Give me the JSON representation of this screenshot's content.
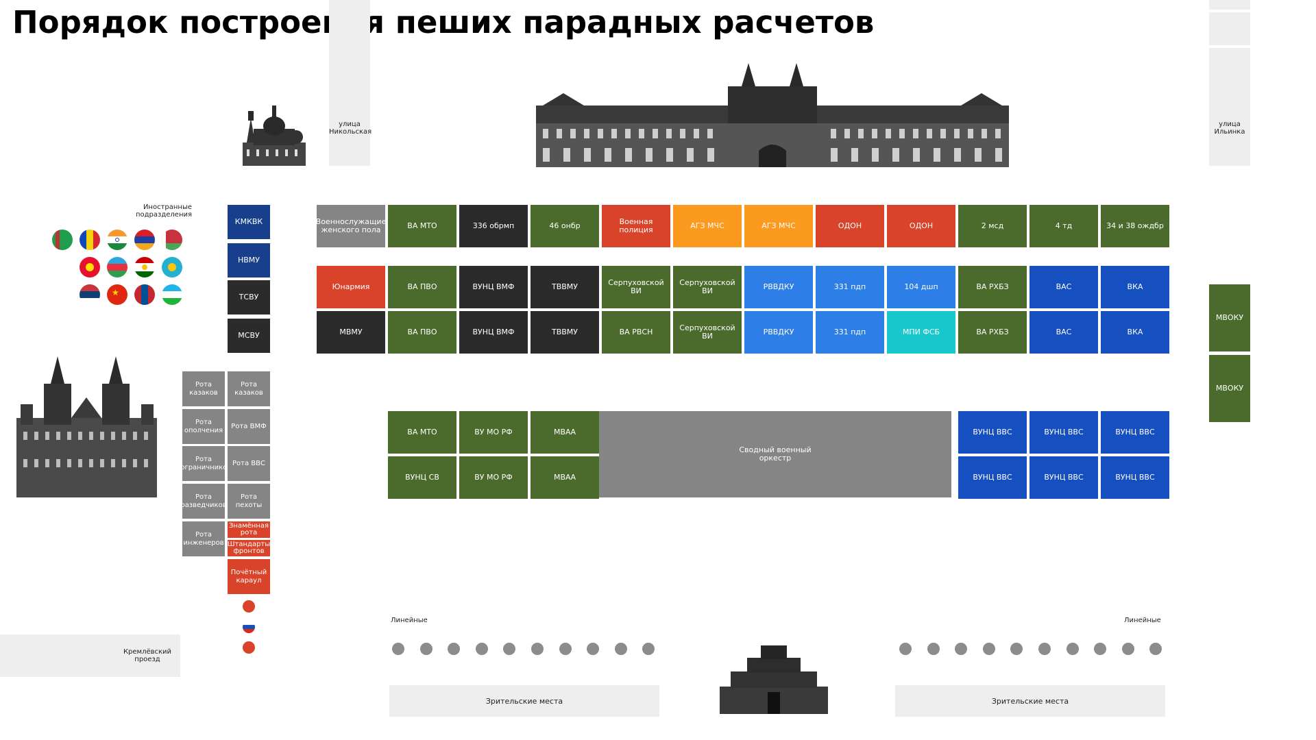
{
  "title": "Порядок построения пеших парадных расчетов",
  "streets": {
    "nikolskaya": "улица\nНикольская",
    "ilyinka": "улица\nИльинка",
    "kremlevsky": "Кремлёвский\nпроезд"
  },
  "foreign_label": "Иностранные\nподразделения",
  "flags": [
    [
      "turkmenistan",
      "moldova",
      "india",
      "armenia",
      "belarus"
    ],
    [
      "kyrgyzstan",
      "azerbaijan",
      "tajikistan",
      "kazakhstan"
    ],
    [
      "serbia",
      "china",
      "mongolia",
      "uzbekistan"
    ]
  ],
  "left_column": [
    "КМКВК",
    "НВМУ",
    "ТСВУ",
    "МСВУ"
  ],
  "companies_left": [
    "Рота\nказаков",
    "Рота\nополчения",
    "Рота\nпограничников",
    "Рота\nразведчиков",
    "Рота\nинженеров"
  ],
  "companies_right": [
    "Рота\nказаков",
    "Рота ВМФ",
    "Рота ВВС",
    "Рота пехоты"
  ],
  "banner_company": "Знамённая\nрота",
  "front_standards": "Штандарты\nфронтов",
  "honor_guard": "Почётный\nкараул",
  "row1": [
    {
      "label": "Военнослужащие\nженского пола",
      "color": "#858585"
    },
    {
      "label": "ВА МТО",
      "color": "#4a6b2c"
    },
    {
      "label": "336 обрмп",
      "color": "#2b2b2b"
    },
    {
      "label": "46 онбр",
      "color": "#4a6b2c"
    },
    {
      "label": "Военная\nполиция",
      "color": "#d9432a"
    },
    {
      "label": "АГЗ МЧС",
      "color": "#fb9a1e"
    },
    {
      "label": "АГЗ МЧС",
      "color": "#fb9a1e"
    },
    {
      "label": "ОДОН",
      "color": "#d9432a"
    },
    {
      "label": "ОДОН",
      "color": "#d9432a"
    },
    {
      "label": "2 мсд",
      "color": "#4a6b2c"
    },
    {
      "label": "4 тд",
      "color": "#4a6b2c"
    },
    {
      "label": "34 и 38 ождбр",
      "color": "#4a6b2c"
    }
  ],
  "row2": [
    {
      "label": "Юнармия",
      "color": "#d9432a"
    },
    {
      "label": "ВА ПВО",
      "color": "#4a6b2c"
    },
    {
      "label": "ВУНЦ ВМФ",
      "color": "#2b2b2b"
    },
    {
      "label": "ТВВМУ",
      "color": "#2b2b2b"
    },
    {
      "label": "Серпуховской\nВИ",
      "color": "#4a6b2c"
    },
    {
      "label": "Серпуховской\nВИ",
      "color": "#4a6b2c"
    },
    {
      "label": "РВВДКУ",
      "color": "#2d7ee7"
    },
    {
      "label": "331 пдп",
      "color": "#2d7ee7"
    },
    {
      "label": "104 дшп",
      "color": "#2d7ee7"
    },
    {
      "label": "ВА РХБЗ",
      "color": "#4a6b2c"
    },
    {
      "label": "ВАС",
      "color": "#1650c0"
    },
    {
      "label": "ВКА",
      "color": "#1650c0"
    }
  ],
  "row3": [
    {
      "label": "МВМУ",
      "color": "#2b2b2b"
    },
    {
      "label": "ВА ПВО",
      "color": "#4a6b2c"
    },
    {
      "label": "ВУНЦ ВМФ",
      "color": "#2b2b2b"
    },
    {
      "label": "ТВВМУ",
      "color": "#2b2b2b"
    },
    {
      "label": "ВА РВСН",
      "color": "#4a6b2c"
    },
    {
      "label": "Серпуховской\nВИ",
      "color": "#4a6b2c"
    },
    {
      "label": "РВВДКУ",
      "color": "#2d7ee7"
    },
    {
      "label": "331 пдп",
      "color": "#2d7ee7"
    },
    {
      "label": "МПИ ФСБ",
      "color": "#19c8cc"
    },
    {
      "label": "ВА РХБЗ",
      "color": "#4a6b2c"
    },
    {
      "label": "ВАС",
      "color": "#1650c0"
    },
    {
      "label": "ВКА",
      "color": "#1650c0"
    }
  ],
  "row4_left": [
    {
      "label": "ВА МТО",
      "color": "#4a6b2c"
    },
    {
      "label": "ВУ МО РФ",
      "color": "#4a6b2c"
    },
    {
      "label": "МВАА",
      "color": "#4a6b2c"
    }
  ],
  "row5_left": [
    {
      "label": "ВУНЦ СВ",
      "color": "#4a6b2c"
    },
    {
      "label": "ВУ МО РФ",
      "color": "#4a6b2c"
    },
    {
      "label": "МВАА",
      "color": "#4a6b2c"
    }
  ],
  "orchestra": "Сводный военный\nоркестр",
  "row4_right": [
    "ВУНЦ ВВС",
    "ВУНЦ ВВС",
    "ВУНЦ ВВС"
  ],
  "row5_right": [
    "ВУНЦ ВВС",
    "ВУНЦ ВВС",
    "ВУНЦ ВВС"
  ],
  "mvoku": [
    "МВОКУ",
    "МВОКУ"
  ],
  "lineynye": "Линейные",
  "spectators": "Зрительские места",
  "colors": {
    "green": "#4a6b2c",
    "navy": "#173f8c",
    "gray": "#858585",
    "red": "#d9432a"
  }
}
